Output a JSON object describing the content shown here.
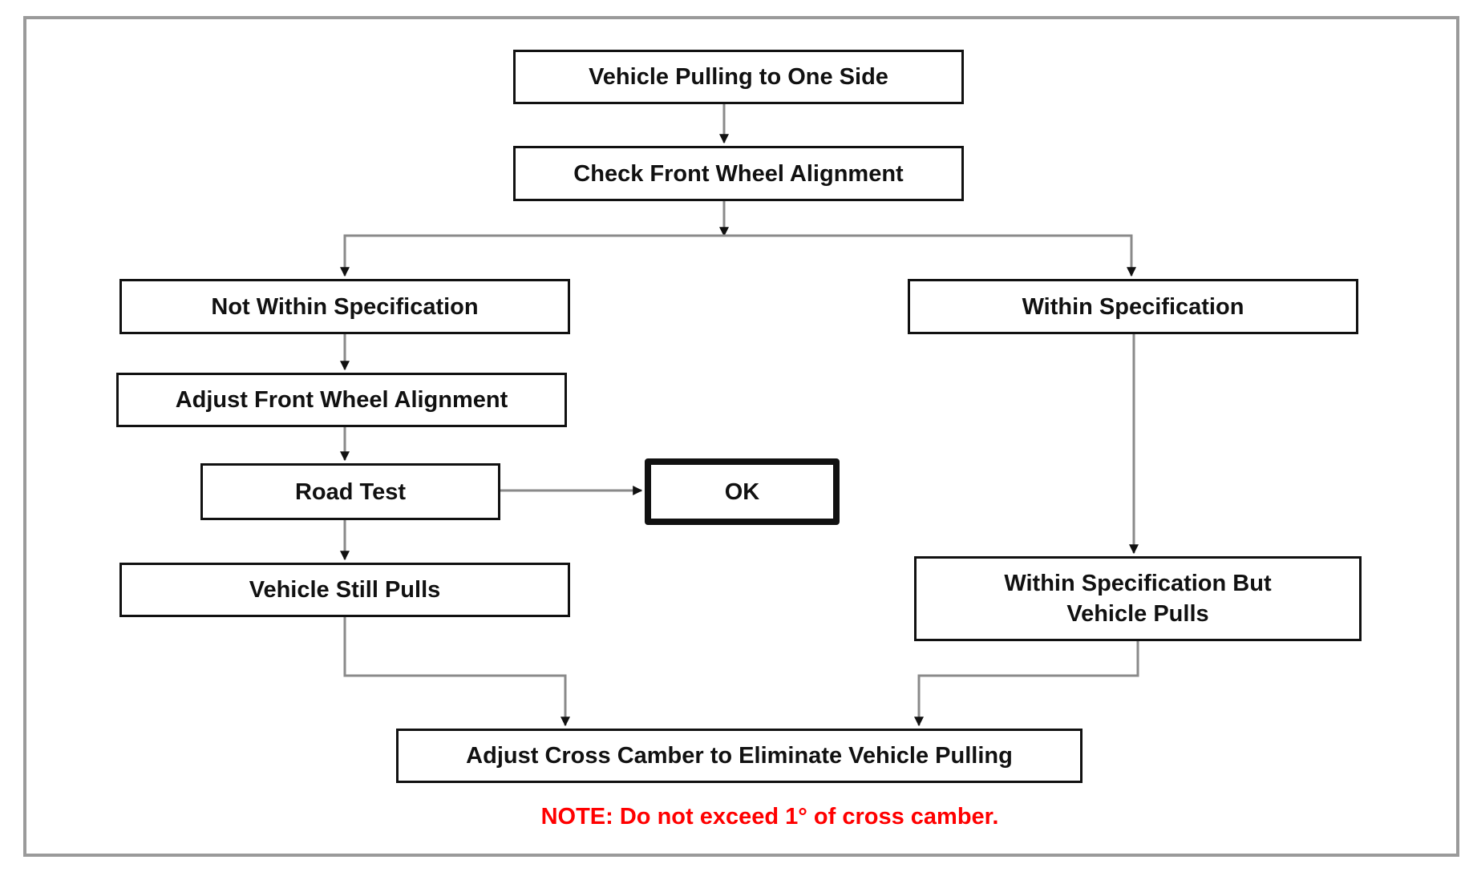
{
  "diagram": {
    "nodes": {
      "vehicle_pulling": {
        "label": "Vehicle Pulling to One Side"
      },
      "check_alignment": {
        "label": "Check Front Wheel Alignment"
      },
      "not_within_spec": {
        "label": "Not Within Specification"
      },
      "within_spec": {
        "label": "Within Specification"
      },
      "adjust_alignment": {
        "label": "Adjust Front Wheel Alignment"
      },
      "road_test": {
        "label": "Road Test"
      },
      "ok": {
        "label": "OK"
      },
      "still_pulls": {
        "label": "Vehicle Still Pulls"
      },
      "within_spec_pulls": {
        "line1": "Within Specification But",
        "line2": "Vehicle Pulls"
      },
      "adjust_camber": {
        "label": "Adjust Cross Camber to Eliminate Vehicle Pulling"
      }
    },
    "edges": [
      {
        "from": "vehicle_pulling",
        "to": "check_alignment"
      },
      {
        "from": "check_alignment",
        "to": "not_within_spec"
      },
      {
        "from": "check_alignment",
        "to": "within_spec"
      },
      {
        "from": "not_within_spec",
        "to": "adjust_alignment"
      },
      {
        "from": "adjust_alignment",
        "to": "road_test"
      },
      {
        "from": "road_test",
        "to": "ok"
      },
      {
        "from": "road_test",
        "to": "still_pulls"
      },
      {
        "from": "within_spec",
        "to": "within_spec_pulls"
      },
      {
        "from": "still_pulls",
        "to": "adjust_camber"
      },
      {
        "from": "within_spec_pulls",
        "to": "adjust_camber"
      }
    ],
    "note": "NOTE:  Do not exceed 1° of cross camber."
  },
  "colors": {
    "box_border": "#111111",
    "connector": "#8a8a8a",
    "arrowhead": "#111111",
    "frame": "#9a9a9a",
    "note_text": "#ff0000"
  }
}
